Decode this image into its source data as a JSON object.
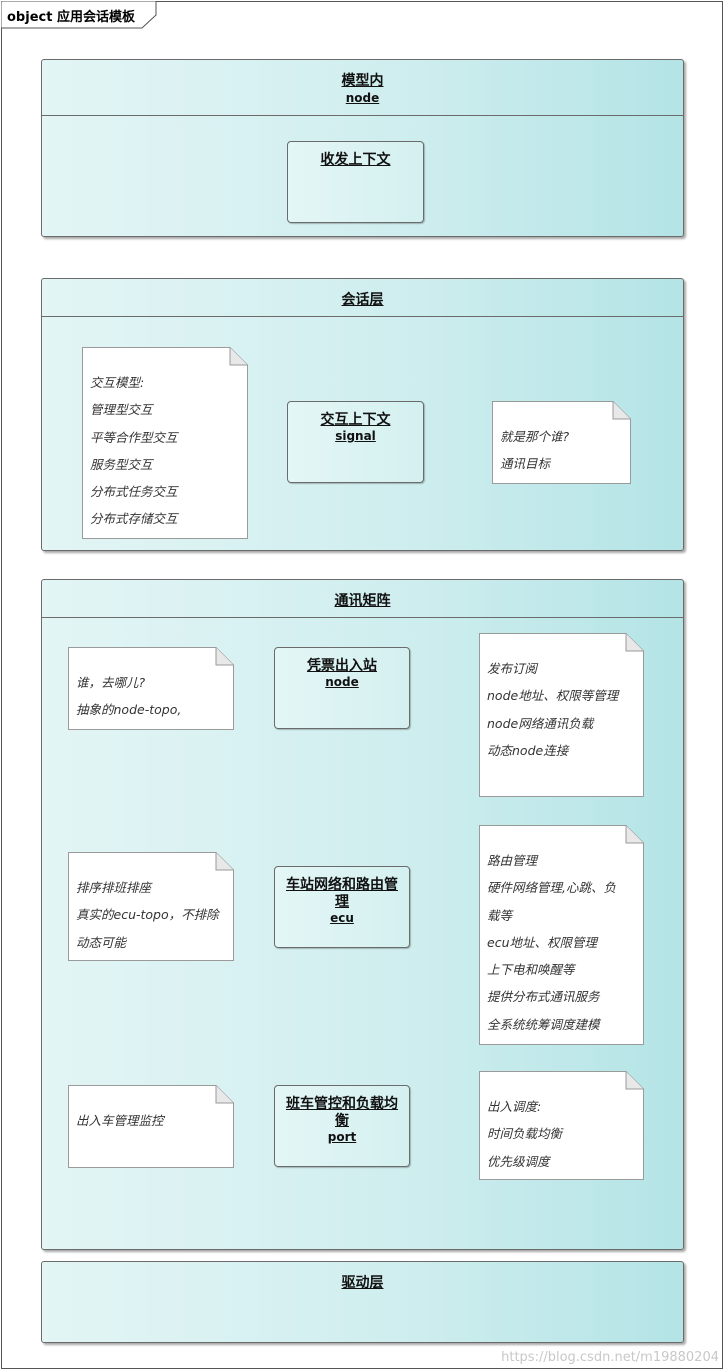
{
  "frame": {
    "title": "object 应用会话模板"
  },
  "packages": {
    "model": {
      "title": "模型内",
      "subtitle": "node"
    },
    "session": {
      "title": "会话层"
    },
    "matrix": {
      "title": "通讯矩阵"
    },
    "driver": {
      "title": "驱动层"
    }
  },
  "objects": {
    "recv_send": {
      "title": "收发上下文"
    },
    "interact": {
      "title": "交互上下文",
      "subtitle": "signal"
    },
    "ticket": {
      "title": "凭票出入站",
      "subtitle": "node"
    },
    "station": {
      "title": "车站网络和路由管理",
      "subtitle": "ecu"
    },
    "shuttle": {
      "title": "班车管控和负载均衡",
      "subtitle": "port"
    }
  },
  "notes": {
    "interact_model": [
      "交互模型:",
      "管理型交互",
      "平等合作型交互",
      "服务型交互",
      "分布式任务交互",
      "分布式存储交互"
    ],
    "who": [
      "就是那个谁?",
      "通讯目标"
    ],
    "where": [
      "谁，去哪儿?",
      "抽象的node-topo,"
    ],
    "publish": [
      "发布订阅",
      "node地址、权限等管理",
      "node网络通讯负载",
      "动态node连接"
    ],
    "schedule": [
      "排序排班排座",
      "真实的ecu-topo，不排除",
      "动态可能"
    ],
    "routing": [
      "路由管理",
      "硬件网络管理,心跳、负",
      "载等",
      "ecu地址、权限管理",
      "上下电和唤醒等",
      "提供分布式通讯服务",
      "全系统统筹调度建模"
    ],
    "monitor": [
      "出入车管理监控"
    ],
    "dispatch": [
      "出入调度:",
      "时间负载均衡",
      "优先级调度"
    ]
  },
  "watermark": "https://blog.csdn.net/m19880204",
  "colors": {
    "package_left": "#e3f5f5",
    "package_right": "#b4e4e6",
    "border": "#6b6b6b",
    "note_fill": "#ffffff"
  }
}
